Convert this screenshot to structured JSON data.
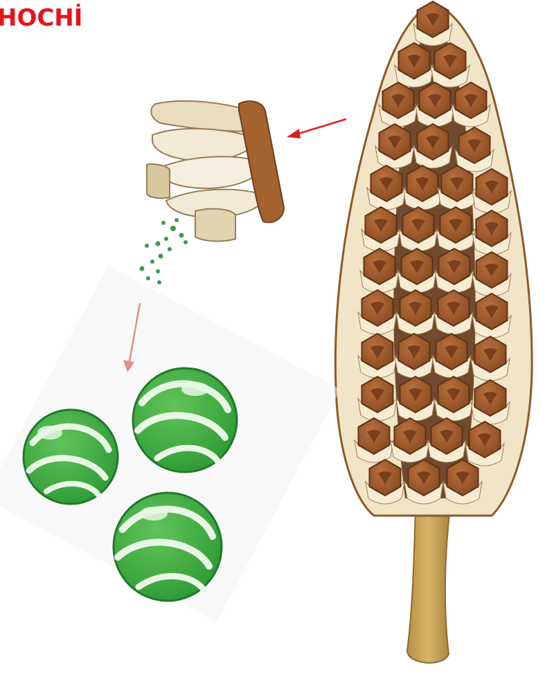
{
  "title": {
    "text": "HOCHİ",
    "color": "#e8141c"
  },
  "colors": {
    "arrow": "#e02020",
    "cone_scale": "#a45a2e",
    "cone_scale_dark": "#6d3d1e",
    "cone_axis": "#5b2f12",
    "sporangia_fill": "#f3ead6",
    "sporangia_edge": "#8a6a45",
    "stalk": "#c9a35a",
    "stalk_dark": "#9c7b3a",
    "spore_green": "#3fae3f",
    "spore_green_dark": "#1f7a2a",
    "spore_band": "#e8f6e4"
  },
  "icons": [
    "red-arrow-icon",
    "horsetail-cone-illustration",
    "sporangiophore-illustration",
    "spore-illustration"
  ]
}
